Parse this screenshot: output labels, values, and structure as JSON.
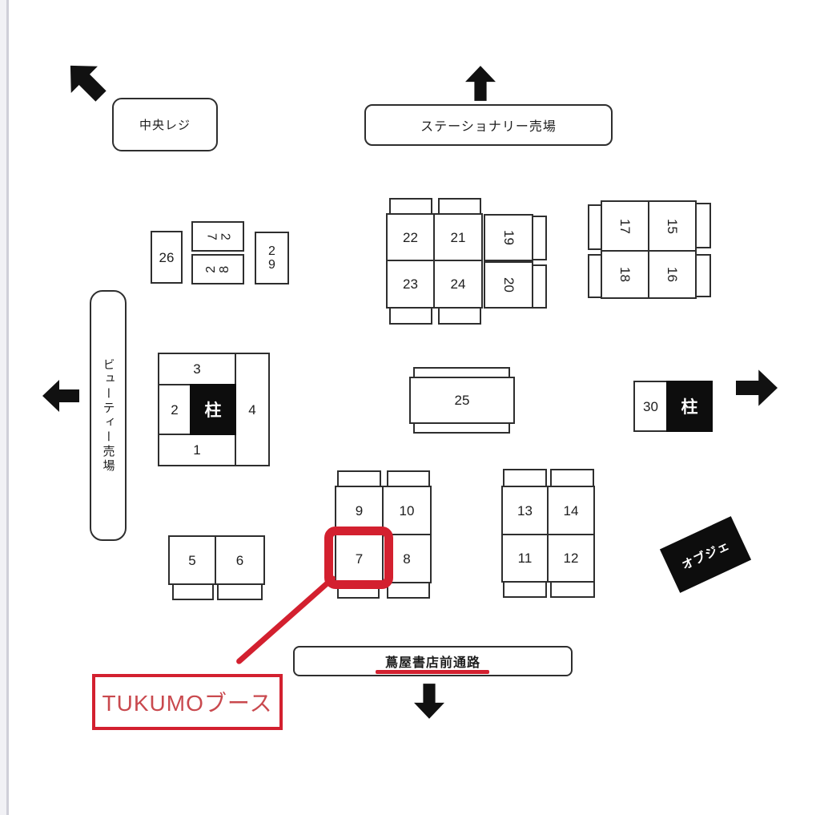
{
  "colors": {
    "outline": "#2e2e2e",
    "marker_red": "#d3202f",
    "tukumo_red": "#c9494e",
    "pillar_black": "#0d0d0d"
  },
  "zones": {
    "central_register": "中央レジ",
    "stationery": "ステーショナリー売場",
    "beauty": "ビューティー売場",
    "tsutaya_aisle": "蔦屋書店前通路"
  },
  "pillar_label": "柱",
  "objet_label": "オブジェ",
  "booths": {
    "n1": "1",
    "n2": "2",
    "n3": "3",
    "n4": "4",
    "n5": "5",
    "n6": "6",
    "n7": "7",
    "n8": "8",
    "n9": "9",
    "n10": "10",
    "n11": "11",
    "n12": "12",
    "n13": "13",
    "n14": "14",
    "n15": "15",
    "n16": "16",
    "n17": "17",
    "n18": "18",
    "n19": "19",
    "n20": "20",
    "n21": "21",
    "n22": "22",
    "n23": "23",
    "n24": "24",
    "n25": "25",
    "n26": "26",
    "n27": "27",
    "n28": "28",
    "n29": "29",
    "n30": "30"
  },
  "annotation": {
    "tukumo_label": "TUKUMOブース",
    "highlighted_booth": "7"
  },
  "icons": [
    "arrow-up-left",
    "arrow-up",
    "arrow-left",
    "arrow-right",
    "arrow-down"
  ]
}
